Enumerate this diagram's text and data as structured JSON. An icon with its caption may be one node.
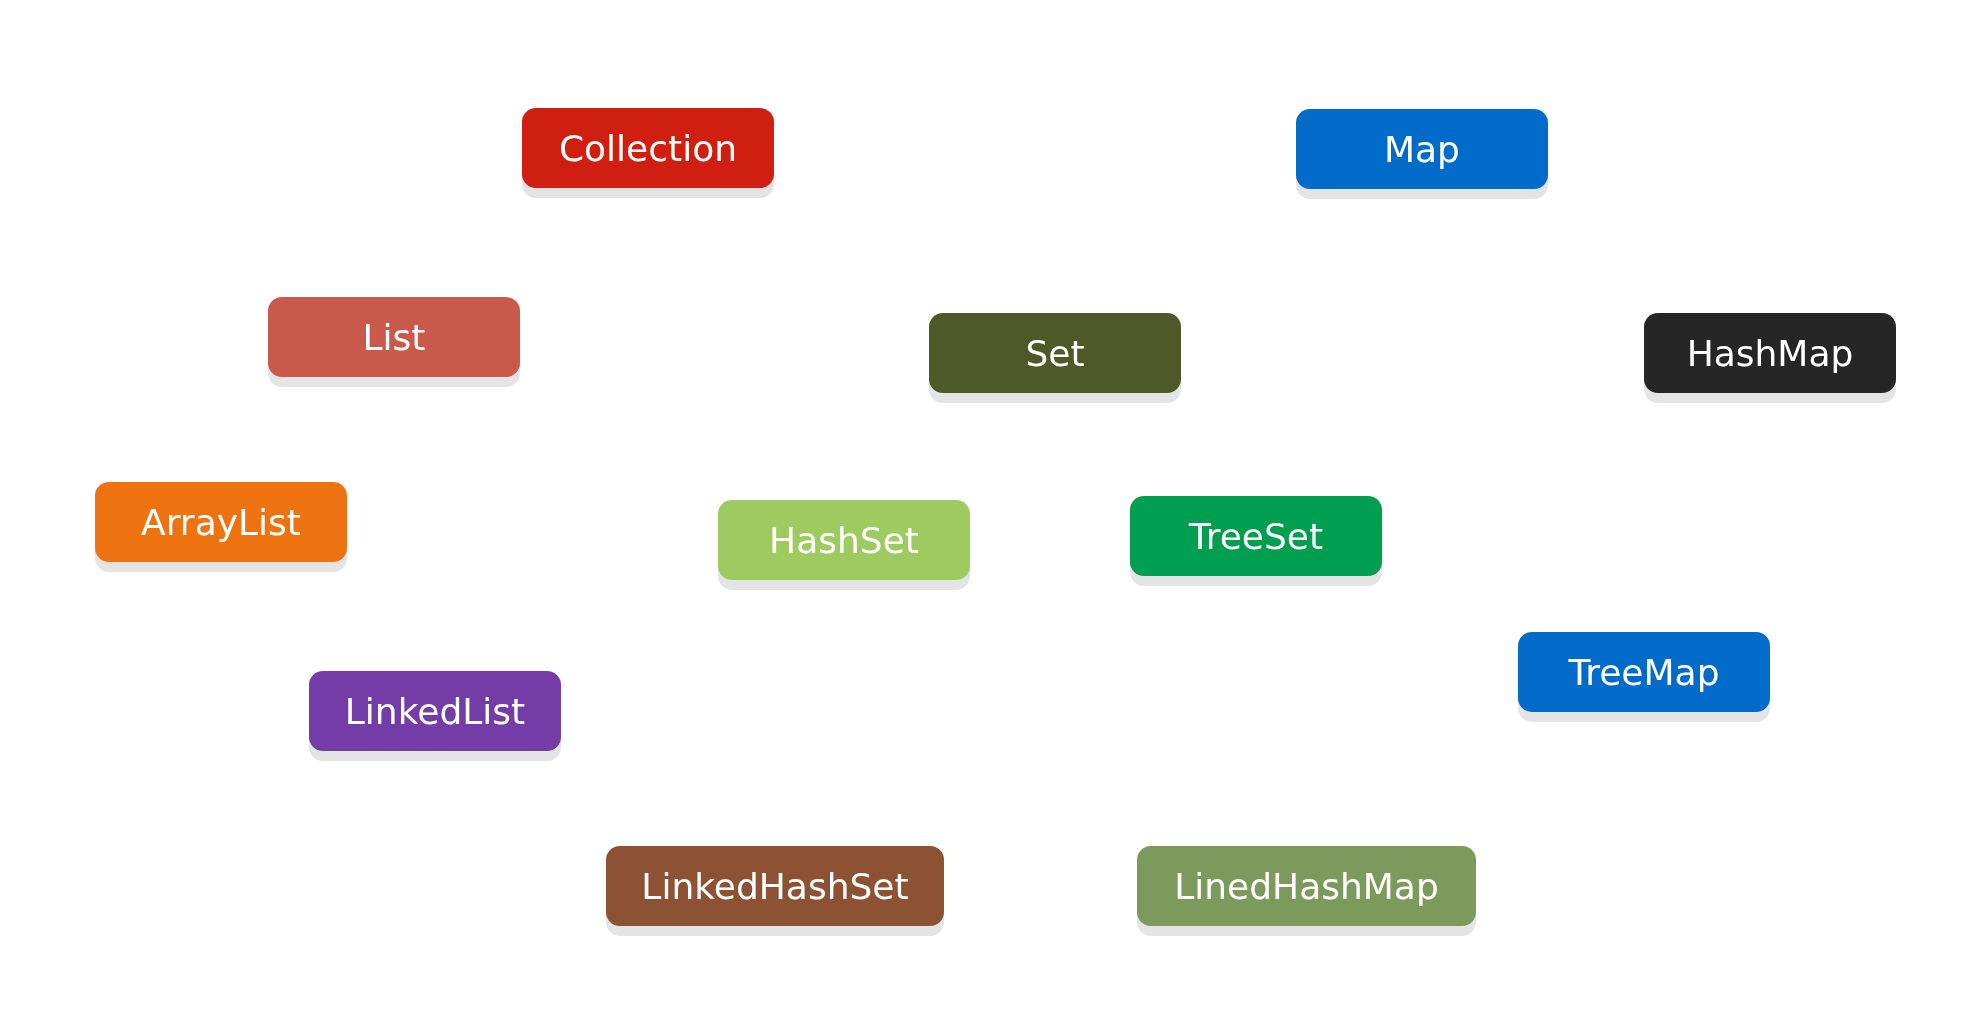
{
  "diagram": {
    "nodes": [
      {
        "text": [
          "Collection"
        ]
      },
      {
        "text": [
          "Map"
        ]
      },
      {
        "text": [
          "List"
        ]
      },
      {
        "text": [
          "Set"
        ]
      },
      {
        "text": [
          "HashMap"
        ]
      },
      {
        "text": [
          "ArrayList"
        ]
      },
      {
        "text": [
          "HashSet"
        ]
      },
      {
        "text": [
          "TreeSet"
        ]
      },
      {
        "text": [
          "TreeMap"
        ]
      },
      {
        "text": [
          "LinkedList"
        ]
      },
      {
        "text": [
          "LinkedHashSet"
        ]
      },
      {
        "text": [
          "LinedHashMap"
        ]
      }
    ]
  }
}
